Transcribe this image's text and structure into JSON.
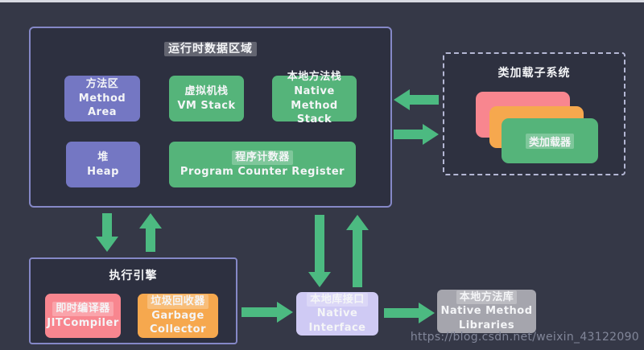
{
  "colors": {
    "background": "#353847",
    "panel_background": "#2d3040",
    "panel_border": "#8588c7",
    "dashed_border": "#b4b7d4",
    "purple_box": "#7477c3",
    "green_box": "#55b47a",
    "pink_box": "#f8868f",
    "orange_box": "#f6a84e",
    "lavender_box": "#cfcaf4",
    "gray_box": "#a5a5ad",
    "arrow": "#4cba81",
    "watermark_text": "#818699"
  },
  "runtime_area": {
    "title": "运行时数据区域",
    "method_area": "方法区\nMethod\nArea",
    "vm_stack": "虚拟机栈\nVM Stack",
    "native_method_stack": "本地方法栈\nNative\nMethod Stack",
    "heap": "堆\nHeap",
    "pcr_zh": "程序计数器",
    "pcr_en": "Program Counter Register"
  },
  "class_loader": {
    "title": "类加载子系统",
    "card_label": "类加载器"
  },
  "execution_engine": {
    "title": "执行引擎",
    "jit_zh": "即时编译器",
    "jit_en": "JITCompiler",
    "gc_zh": "垃圾回收器",
    "gc_en": "Garbage\nCollector"
  },
  "native_interface": {
    "zh": "本地库接口",
    "en": "Native\nInterface"
  },
  "native_method_libraries": {
    "zh": "本地方法库",
    "en": "Native Method\nLibraries"
  },
  "watermark": "https://blog.csdn.net/weixin_43122090",
  "arrows": [
    {
      "name": "arrow-classloader-to-runtime",
      "direction": "left"
    },
    {
      "name": "arrow-runtime-to-classloader",
      "direction": "right"
    },
    {
      "name": "arrow-runtime-to-engine",
      "direction": "down"
    },
    {
      "name": "arrow-engine-to-runtime",
      "direction": "up"
    },
    {
      "name": "arrow-runtime-to-native-interface",
      "direction": "down"
    },
    {
      "name": "arrow-native-interface-to-runtime",
      "direction": "up"
    },
    {
      "name": "arrow-engine-to-native-interface",
      "direction": "right"
    },
    {
      "name": "arrow-native-interface-to-libraries",
      "direction": "right"
    }
  ]
}
